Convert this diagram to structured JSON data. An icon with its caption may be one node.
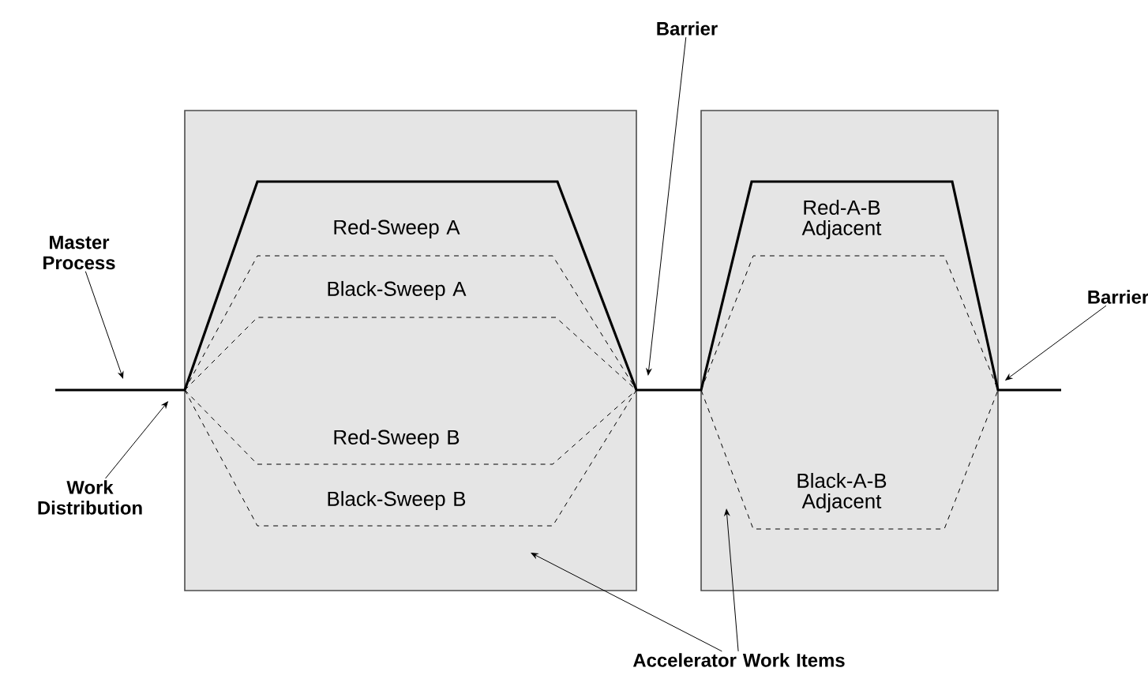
{
  "diagram": {
    "nodes": [
      {
        "text": [
          "Master Process"
        ]
      },
      {
        "text": [
          "Work Distribution"
        ]
      },
      {
        "text": [
          "Barrier"
        ]
      },
      {
        "text": [
          "Barrier"
        ]
      },
      {
        "text": [
          "Accelerator Work Items"
        ]
      },
      {
        "text": [],
        "shape": "box"
      },
      {
        "text": [],
        "shape": "box"
      }
    ],
    "edges": [
      {
        "from": 0,
        "to": null,
        "arrow": "to"
      },
      {
        "from": 1,
        "to": 5,
        "arrow": "to"
      },
      {
        "from": 2,
        "to": 5,
        "arrow": "to"
      },
      {
        "from": 3,
        "to": 6,
        "arrow": "to"
      },
      {
        "from": 4,
        "to": 5,
        "arrow": "to"
      },
      {
        "from": 4,
        "to": 6,
        "arrow": "to"
      }
    ],
    "labels": [
      "Red-Sweep A",
      "Black-Sweep A",
      "Red-Sweep B",
      "Black-Sweep B",
      "Red-A-B Adjacent",
      "Black-A-B Adjacent"
    ]
  }
}
